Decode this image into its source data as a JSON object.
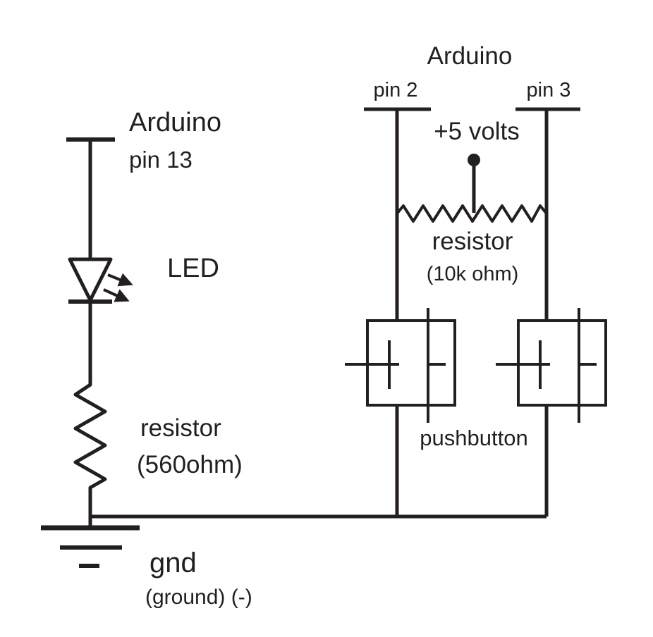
{
  "colors": {
    "ink": "#231f20",
    "background": "#ffffff"
  },
  "led_circuit": {
    "board_label": "Arduino",
    "pin_label": "pin 13",
    "led_label": "LED",
    "resistor_label": "resistor",
    "resistor_value": "(560ohm)",
    "ground_label": "gnd",
    "ground_sublabel": "(ground) (-)"
  },
  "button_circuit": {
    "board_label": "Arduino",
    "pin2_label": "pin 2",
    "pin3_label": "pin 3",
    "supply_label": "+5 volts",
    "resistor_label": "resistor",
    "resistor_value": "(10k ohm)",
    "pushbutton_label": "pushbutton"
  }
}
